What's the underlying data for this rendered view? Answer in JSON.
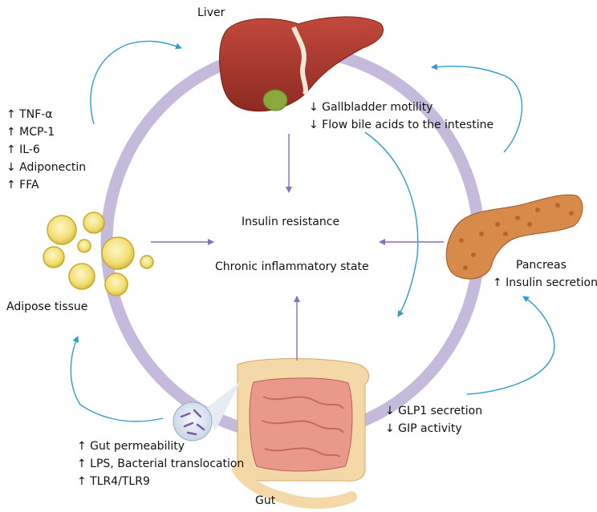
{
  "organs": {
    "liver": "Liver",
    "adipose": "Adipose tissue",
    "pancreas": "Pancreas",
    "gut": "Gut"
  },
  "center": {
    "line1": "Insulin resistance",
    "line2": "Chronic inflammatory state"
  },
  "adipose_effects": [
    "↑ TNF-α",
    "↑ MCP-1",
    "↑ IL-6",
    "↓ Adiponectin",
    "↑ FFA"
  ],
  "liver_effects": [
    "↓ Gallbladder motility",
    "↓ Flow bile acids to the intestine"
  ],
  "pancreas_effects": [
    "↑ Insulin secretion"
  ],
  "gut_hormone_effects": [
    "↓ GLP1 secretion",
    "↓ GIP activity"
  ],
  "gut_barrier_effects": [
    "↑ Gut permeability",
    "↑ LPS, Bacterial translocation",
    "↑ TLR4/TLR9"
  ],
  "colors": {
    "ring": "#c5b9dc",
    "purple_arrow": "#8a6cc4",
    "blue_arrow": "#2f9ccc",
    "liver": "#a5332b",
    "fat": "#f3e27c",
    "pancreas": "#d88a4a",
    "gut": "#e8998a",
    "colon": "#f4d8a8"
  }
}
